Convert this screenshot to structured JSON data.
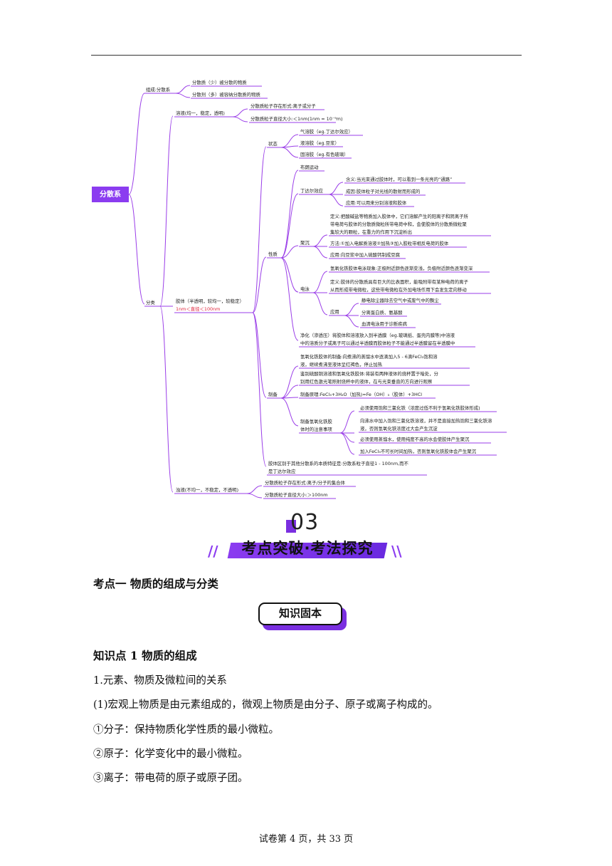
{
  "mindmap": {
    "root": "分散系",
    "composition": "组成:分散系",
    "dispersed_phase": "分散质（少）被分散的物质",
    "dispersion_medium": "分散剂（多）被容纳分散质的物质",
    "classification": "分类",
    "solution": "溶液(均一，稳定，透明)",
    "solution_items": [
      "分散质粒子存在形式:离子或分子",
      "分散质粒子直径大小:＜1nm(1nm = 10⁻⁹m)"
    ],
    "colloid_line1": "胶体（半透明，较均一，较稳定）",
    "colloid_line2": "1nm＜直径＜100nm",
    "state": "状态",
    "state_items": [
      "气溶胶（eg.丁达尔效应）",
      "液溶胶（eg.豆浆）",
      "固溶胶（eg.有色玻璃）"
    ],
    "properties": "性质",
    "brownian": "布朗运动",
    "tyndall": "丁达尔效应",
    "tyndall_items": [
      "含义:当光束通过胶体时，可以看到一条光亮的“通路”",
      "成因:胶体粒子对光线的散射而形成的",
      "应用:可以用来分别溶液和胶体"
    ],
    "coagulation": "聚沉",
    "coagulation_def": [
      "定义:把酸碱盐等物质加入胶体中，它们溶解产生的阳离子和阴离子所",
      "带电荷与胶体的分散质微粒所带电荷中和，会使胶体的分散质微粒聚",
      "集较大的颗粒，在重力的作用下沉淀析出"
    ],
    "coagulation_method": "方法:①加入电解质溶液②加热③加入胶粒带相反电荷的胶体",
    "coagulation_app": "应用:向豆浆中加入硫酸钙制成豆腐",
    "electrophoresis": "电泳",
    "electro_phenomenon": "氢氧化铁胶体电泳现象:正极附近颜色逐渐变浅，负极附近颜色逐渐变深",
    "electro_def": [
      "定义:胶体的分散质具有巨大的比表面积，能吸附带有某种电荷的离子",
      "从而形成带电微粒，这些带电微粒在外加电场作用下会发生定向移动"
    ],
    "application": "应用",
    "application_items": [
      "静电除尘器除去空气中或废气中的飘尘",
      "分离蛋白质、氨基酸",
      "血清电泳用于诊断疾病"
    ],
    "purification": [
      "净化（渗透压）将胶体和溶液放入到半透膜（eg.玻璃纸、蛋壳内膜等)中溶液",
      "中的溶质分子或离子可以通过半透膜而胶体粒子不能通过半透膜留在半透膜中"
    ],
    "preparation": "制备",
    "prep_method": [
      "氢氧化铁胶体的制备:向煮沸的蒸馏水中逐滴加入5 - 6滴FeCl₃饱和溶",
      "液，继续煮沸至液体呈红褐色，停止加热"
    ],
    "prep_identify": [
      "鉴别硫酸铜溶液和氢氧化铁胶体:将装有两种液体的烧杯置于暗处，分",
      "别用红色激光笔照射烧杯中的液体，在与光束垂直的方向进行观察"
    ],
    "prep_principle": "制备原理:FeCl₃+3H₂O（加热)=Fe（OH）₃（胶体）+3HCl",
    "prep_notes_label": [
      "制备氢氧化铁胶",
      "体时的注意事项"
    ],
    "prep_notes": [
      [
        "必须使用饱和三氯化铁（浓度过低不利于氢氧化铁胶体形成)"
      ],
      [
        "向沸水中加入饱和三氯化铁溶液，并不是直接加热饱和三氯化铁溶",
        "液，否则氢氧化铁浓度过大会产生沉淀"
      ],
      [
        "必须使用蒸馏水，使用纯度不高的水会使胶体产生聚沉"
      ],
      [
        "加入FeCl₃不可长时间加热，否则氢氧化铁胶体会产生聚沉"
      ]
    ],
    "colloid_essence": [
      "胶体区别于其他分散系的本质特征是:分散系粒子直径1 - 100nm,而不",
      "是丁达尔效应"
    ],
    "suspension": "浊液(不均一，不稳定，不透明)",
    "suspension_items": [
      "分散质粒子存在形式:离子/分子的集合体",
      "分散质粒子直径大小:＞100nm"
    ]
  },
  "banner": {
    "number": "03",
    "title": "考点突破·考法探究"
  },
  "section_title": "考点一  物质的组成与分类",
  "badge": "知识固本",
  "knowledge_title": "知识点 1  物质的组成",
  "paragraphs": [
    "1.元素、物质及微粒间的关系",
    "(1)宏观上物质是由元素组成的，微观上物质是由分子、原子或离子构成的。",
    "①分子：保持物质化学性质的最小微粒。",
    "②原子：化学变化中的最小微粒。",
    "③离子：带电荷的原子或原子团。"
  ],
  "footer": "试卷第 4 页，共 33 页",
  "colors": {
    "accent": "#8b3cf0",
    "line": "#9a3de8",
    "red": "#e0223a"
  }
}
